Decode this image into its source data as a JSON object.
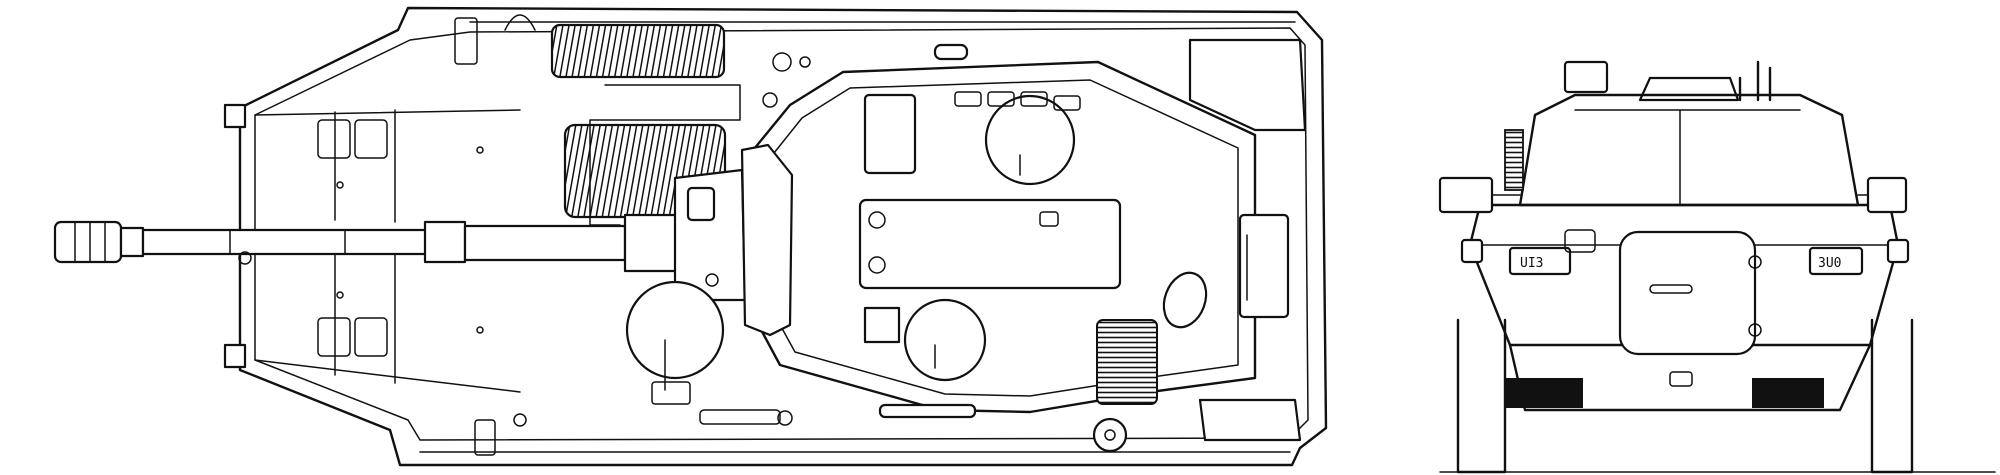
{
  "drawing": {
    "views": [
      {
        "id": "top-view"
      },
      {
        "id": "front-view"
      }
    ],
    "front_plates": {
      "left": "UI3",
      "right": "3U0"
    },
    "colors": {
      "line": "#111111",
      "background": "#ffffff"
    }
  }
}
